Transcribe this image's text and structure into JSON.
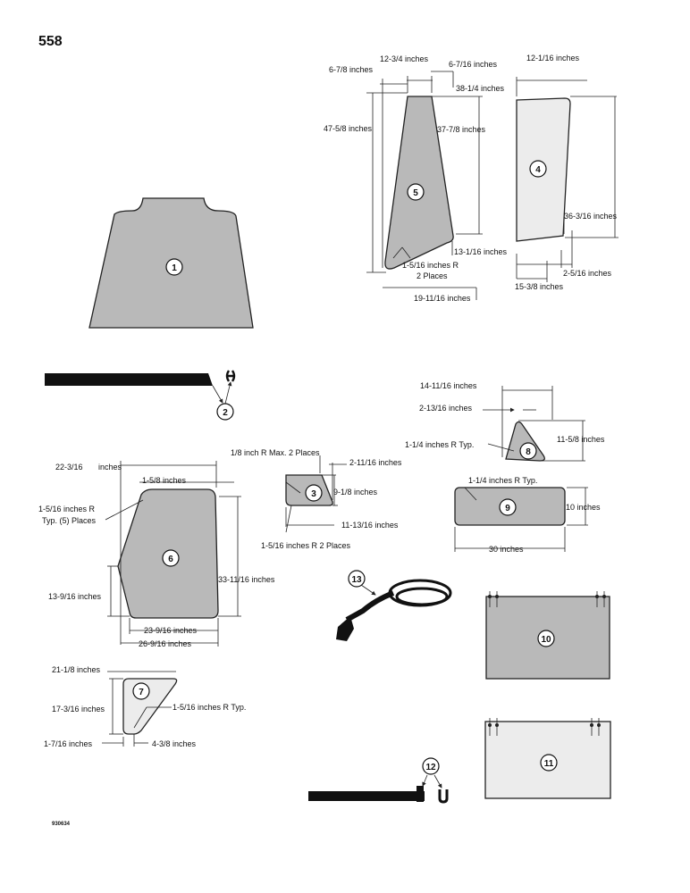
{
  "page_number": "558",
  "figure_code": "930634",
  "parts": [
    {
      "id": "1"
    },
    {
      "id": "2"
    },
    {
      "id": "3"
    },
    {
      "id": "4"
    },
    {
      "id": "5"
    },
    {
      "id": "6"
    },
    {
      "id": "7"
    },
    {
      "id": "8"
    },
    {
      "id": "9"
    },
    {
      "id": "10"
    },
    {
      "id": "11"
    },
    {
      "id": "12"
    },
    {
      "id": "13"
    }
  ],
  "labels": {
    "d_12_3_4": "12-3/4 inches",
    "d_6_7_8": "6-7/8 inches",
    "d_6_7_16": "6-7/16 inches",
    "d_12_1_16": "12-1/16 inches",
    "d_38_1_4": "38-1/4 inches",
    "d_47_5_8": "47-5/8 inches",
    "d_37_7_8": "37-7/8 inches",
    "d_36_3_16": "36-3/16 inches",
    "d_13_1_16": "13-1/16 inches",
    "d_1_5_16_r": "1-5/16 inches R",
    "d_2_places": "2 Places",
    "d_2_5_16": "2-5/16 inches",
    "d_15_3_8": "15-3/8 inches",
    "d_19_11_16": "19-11/16 inches",
    "d_14_11_16": "14-11/16 inches",
    "d_2_13_16": "2-13/16 inches",
    "d_1_1_4_r_typ_8": "1-1/4 inches R Typ.",
    "d_11_5_8": "11-5/8 inches",
    "d_1_8_r_max": "1/8 inch R Max. 2 Places",
    "d_2_11_16": "2-11/16 inches",
    "d_9_1_8": "9-1/8 inches",
    "d_11_13_16": "11-13/16 inches",
    "d_1_5_16_r_2_places": "1-5/16 inches R 2 Places",
    "d_22_3_16": "22-3/16",
    "d_22_3_16_unit": "inches",
    "d_1_5_8": "1-5/8 inches",
    "d_1_5_16_r_6": "1-5/16 inches R",
    "d_typ_5_places": "Typ. (5) Places",
    "d_13_9_16": "13-9/16 inches",
    "d_33_11_16": "33-11/16 inches",
    "d_23_9_16": "23-9/16 inches",
    "d_26_9_16": "26-9/16 inches",
    "d_1_1_4_r_typ_9": "1-1/4 inches R Typ.",
    "d_10": "10 inches",
    "d_30": "30 inches",
    "d_21_1_8": "21-1/8 inches",
    "d_17_3_16": "17-3/16 inches",
    "d_1_5_16_r_typ": "1-5/16 inches R Typ.",
    "d_1_7_16": "1-7/16 inches",
    "d_4_3_8": "4-3/8 inches"
  }
}
